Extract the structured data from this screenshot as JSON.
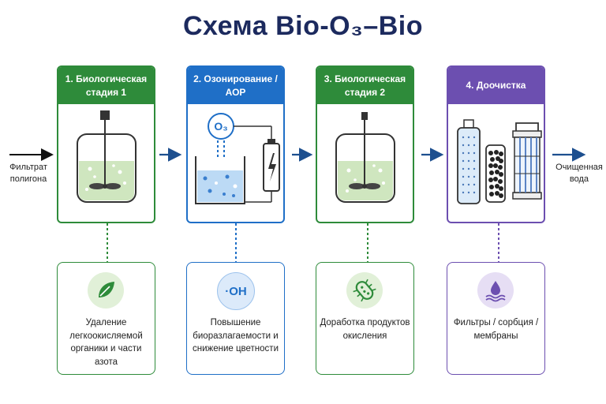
{
  "title": "Схема Bio-O₃–Bio",
  "input_label": "Фильтрат полигона",
  "output_label": "Очищенная вода",
  "stages": [
    {
      "header": "1. Биологическая стадия 1",
      "color": "#2e8b3a",
      "card_text": "Удаление легкоокисляемой органики и части азота",
      "icon": "leaf-icon"
    },
    {
      "header": "2. Озонирование / АОР",
      "color": "#1f6fc7",
      "card_text": "Повышение биоразлагаемости и снижение цветности",
      "icon": "hydroxyl-radical-icon",
      "icon_text": "·OH",
      "ozone_label": "O₃"
    },
    {
      "header": "3. Биологическая стадия 2",
      "color": "#2e8b3a",
      "card_text": "Доработка продуктов окисления",
      "icon": "bacterium-icon"
    },
    {
      "header": "4. Доочистка",
      "color": "#6c4fb0",
      "card_text": "Фильтры / сорбция / мембраны",
      "icon": "water-drop-icon"
    }
  ],
  "colors": {
    "green": "#2e8b3a",
    "blue": "#1f6fc7",
    "purple": "#6c4fb0",
    "arrow": "#1d4f8f",
    "liquid_green": "#cfe6bf",
    "liquid_blue": "#bcdaf5"
  }
}
